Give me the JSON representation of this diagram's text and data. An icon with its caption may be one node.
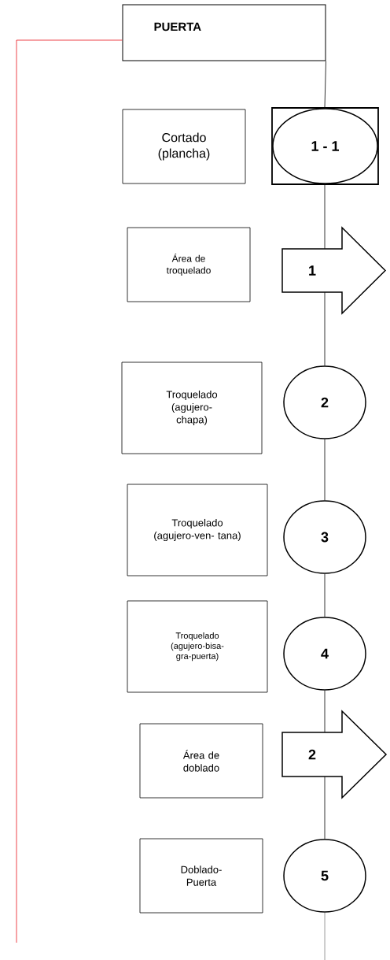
{
  "diagram": {
    "nodes": [
      {
        "text": [
          "PUERTA"
        ]
      },
      {
        "text": [
          "Cortado (plancha)"
        ]
      },
      {
        "text": [
          "1 - 1"
        ]
      },
      {
        "text": [
          "Área de troquelado"
        ]
      },
      {
        "text": [
          "1"
        ]
      },
      {
        "text": [
          "Troquelado (agujero- chapa)"
        ]
      },
      {
        "text": [
          "2"
        ]
      },
      {
        "text": [
          "Troquelado (agujero-ven- tana)"
        ]
      },
      {
        "text": [
          "3"
        ]
      },
      {
        "text": [
          "Troquelado (agujero-bisa- gra-puerta)"
        ]
      },
      {
        "text": [
          "4"
        ]
      },
      {
        "text": [
          "Área de doblado"
        ]
      },
      {
        "text": [
          "2"
        ]
      },
      {
        "text": [
          "Doblado- Puerta"
        ]
      },
      {
        "text": [
          "5"
        ]
      }
    ],
    "edges": [
      {
        "from": 0,
        "to": 2,
        "arrow": "none"
      },
      {
        "from": 2,
        "to": 4,
        "arrow": "none"
      },
      {
        "from": 4,
        "to": 6,
        "arrow": "none"
      },
      {
        "from": 6,
        "to": 8,
        "arrow": "none"
      },
      {
        "from": 8,
        "to": 10,
        "arrow": "none"
      },
      {
        "from": 10,
        "to": 12,
        "arrow": "none"
      },
      {
        "from": 12,
        "to": 14,
        "arrow": "none"
      },
      {
        "from": 14,
        "to": null,
        "arrow": "none"
      },
      {
        "from": 0,
        "to": null,
        "arrow": "none",
        "color": "#e8141c"
      }
    ]
  }
}
